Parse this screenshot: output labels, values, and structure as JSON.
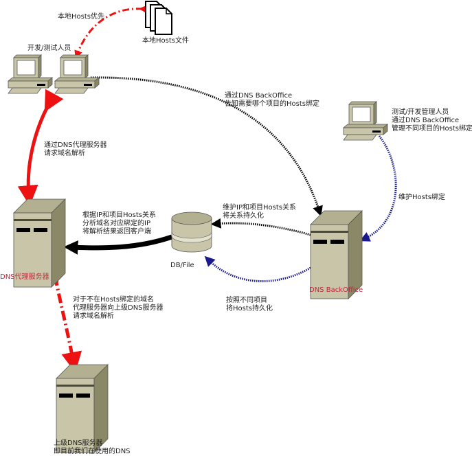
{
  "title": "DNS代理服务器 + DNS BackOffice Hosts绑定架构",
  "colors": {
    "red_arrow": "#ee1111",
    "black_arrow": "#000000",
    "blue_arrow": "#1a1a8c",
    "device_face": "#c8c5a8",
    "device_side": "#8a8866",
    "device_top": "#b3b092",
    "node_label_red": "#c0283c"
  },
  "nodes": {
    "local_hosts_file": {
      "label": "本地Hosts文件",
      "icon": "document-stack-icon"
    },
    "dev_test_pcs": {
      "label": "开发/测试人员",
      "icon": "desktop-computer-icon"
    },
    "admin_pc": {
      "label_lines": [
        "测试/开发管理人员",
        "通过DNS BackOffice",
        "管理不同项目的Hosts绑定"
      ],
      "icon": "desktop-computer-icon"
    },
    "dns_proxy": {
      "label": "DNS代理服务器",
      "icon": "server-tower-icon"
    },
    "db_file": {
      "label": "DB/File",
      "icon": "database-icon"
    },
    "dns_backoffice": {
      "label": "DNS BackOffice",
      "icon": "server-tower-icon"
    },
    "upstream_dns": {
      "label_lines": [
        "上级DNS服务器",
        "即目前我们在使用的DNS"
      ],
      "icon": "server-tower-icon"
    }
  },
  "edges": {
    "local_hosts_priority": {
      "label": "本地Hosts优先",
      "style": "red-dash-dot"
    },
    "pc_to_proxy": {
      "label_lines": [
        "通过DNS代理服务器",
        "请求域名解析"
      ],
      "style": "red-solid"
    },
    "pc_to_backoffice": {
      "label_lines": [
        "通过DNS BackOffice",
        "告知需要哪个项目的Hosts绑定"
      ],
      "style": "black-dotted"
    },
    "admin_to_backoffice": {
      "label": "维护Hosts绑定",
      "style": "blue-dotted"
    },
    "backoffice_to_db_relation": {
      "label_lines": [
        "维护IP和项目Hosts关系",
        "将关系持久化"
      ],
      "style": "black-dotted"
    },
    "backoffice_to_db_hosts": {
      "label_lines": [
        "按照不同项目",
        "将Hosts持久化"
      ],
      "style": "blue-dotted"
    },
    "db_to_proxy": {
      "label_lines": [
        "根据IP和项目Hosts关系",
        "分析域名对应绑定的IP",
        "将解析结果返回客户端"
      ],
      "style": "black-solid-thick"
    },
    "proxy_to_upstream": {
      "label_lines": [
        "对于不在Hosts绑定的域名",
        "代理服务器向上级DNS服务器",
        "请求域名解析"
      ],
      "style": "red-dash-dot"
    }
  }
}
